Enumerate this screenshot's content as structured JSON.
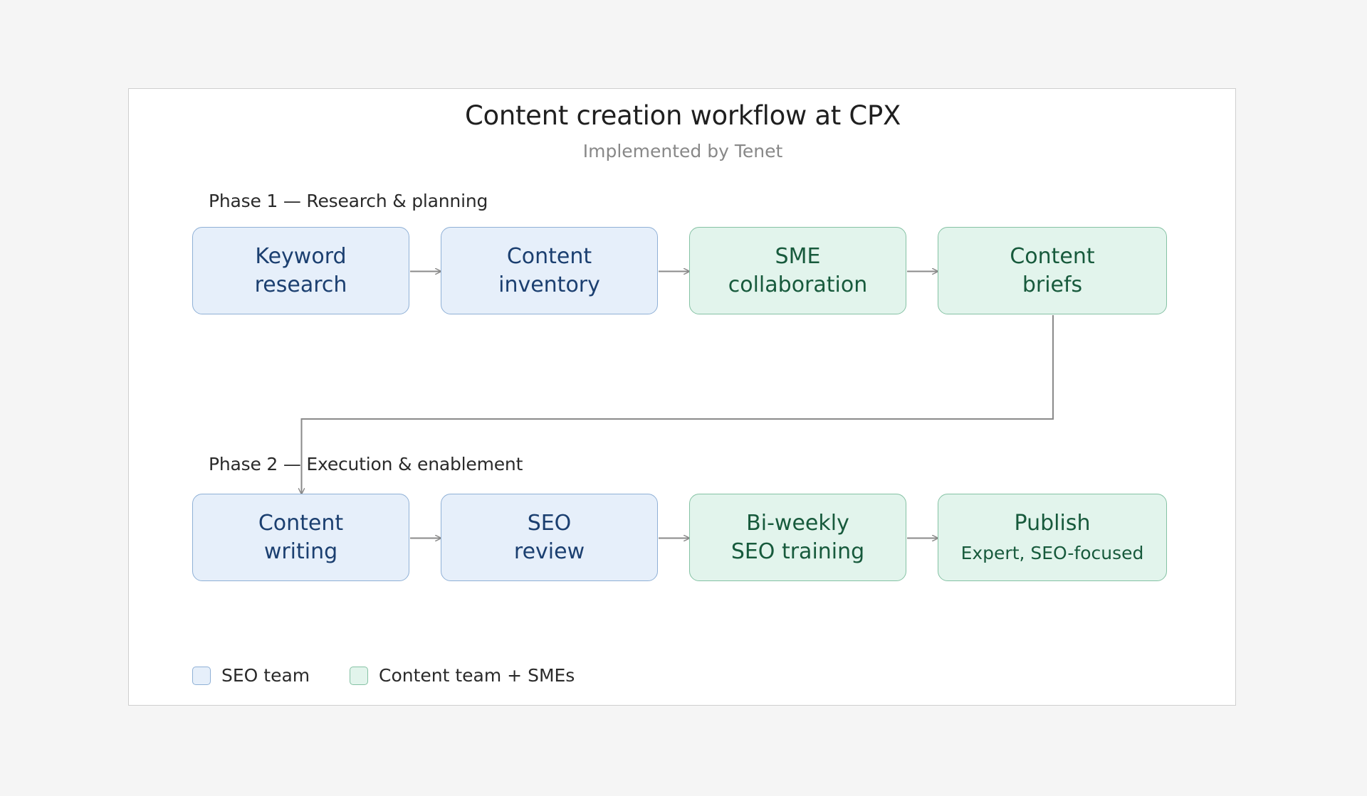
{
  "diagram": {
    "title": "Content creation workflow at CPX",
    "subtitle": "Implemented by Tenet",
    "phases": [
      {
        "label": "Phase 1 — Research & planning"
      },
      {
        "label": "Phase 2 — Execution & enablement"
      }
    ],
    "nodes": [
      {
        "id": "keyword-research",
        "team": "seo",
        "lines": [
          "Keyword",
          "research"
        ]
      },
      {
        "id": "content-inventory",
        "team": "seo",
        "lines": [
          "Content",
          "inventory"
        ]
      },
      {
        "id": "sme-collaboration",
        "team": "content",
        "lines": [
          "SME",
          "collaboration"
        ]
      },
      {
        "id": "content-briefs",
        "team": "content",
        "lines": [
          "Content",
          "briefs"
        ]
      },
      {
        "id": "content-writing",
        "team": "seo",
        "lines": [
          "Content",
          "writing"
        ]
      },
      {
        "id": "seo-review",
        "team": "seo",
        "lines": [
          "SEO",
          "review"
        ]
      },
      {
        "id": "bi-weekly-seo-training",
        "team": "content",
        "lines": [
          "Bi-weekly",
          "SEO training"
        ]
      },
      {
        "id": "publish",
        "team": "content",
        "lines": [
          "Publish"
        ],
        "sub": "Expert, SEO-focused"
      }
    ],
    "edges": [
      [
        "keyword-research",
        "content-inventory"
      ],
      [
        "content-inventory",
        "sme-collaboration"
      ],
      [
        "sme-collaboration",
        "content-briefs"
      ],
      [
        "content-briefs",
        "content-writing"
      ],
      [
        "content-writing",
        "seo-review"
      ],
      [
        "seo-review",
        "bi-weekly-seo-training"
      ],
      [
        "bi-weekly-seo-training",
        "publish"
      ]
    ],
    "legend": [
      {
        "team": "seo",
        "label": "SEO team"
      },
      {
        "team": "content",
        "label": "Content team + SMEs"
      }
    ],
    "colors": {
      "seo_fill": "#e6effa",
      "seo_border": "#8fb0d6",
      "seo_text": "#1b3f70",
      "content_fill": "#e2f4ec",
      "content_border": "#85c2a4",
      "content_text": "#175a3c",
      "connector": "#8a8a8a"
    }
  }
}
